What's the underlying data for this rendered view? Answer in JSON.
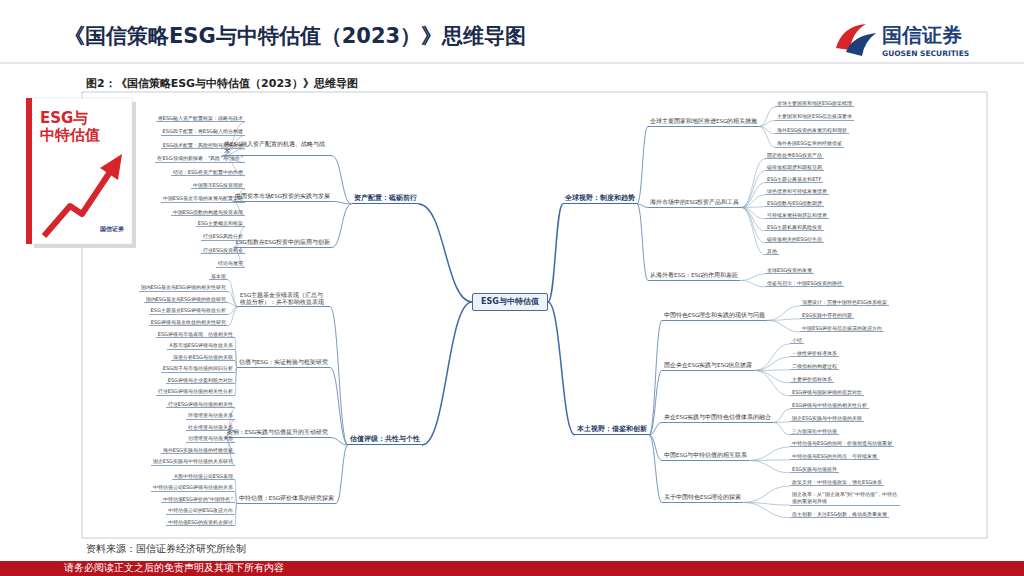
{
  "diagram": {
    "title": "《国信策略ESG与中特估值（2023）》思维导图",
    "caption": "图2：《国信策略ESG与中特估值（2023）》思维导图",
    "nodes": [
      {
        "text": [
          "ESG与中特估值"
        ]
      },
      {
        "text": [
          "资产配置：砥砺前行"
        ]
      },
      {
        "text": [
          "估值评级：共性与个性"
        ]
      },
      {
        "text": [
          "全球视野：制度和趋势"
        ]
      },
      {
        "text": [
          "本土视野：借鉴和创新"
        ]
      },
      {
        "text": [
          "将ESG融入资产配置的机遇、战略与战术"
        ]
      },
      {
        "text": [
          "中国资本市场ESG投资的实践与发展"
        ]
      },
      {
        "text": [
          "ESG指数在ESG投资中的应用与创新"
        ]
      },
      {
        "text": [
          "ESG主题基金业绩表现（汇总与收益分析）：并不影响收益表现"
        ]
      },
      {
        "text": [
          "估值与ESG：实证检验与框架研究"
        ]
      },
      {
        "text": [
          "案例：ESG实践与估值提升的互动研究"
        ]
      },
      {
        "text": [
          "中特估值：ESG评价体系的研究探索"
        ]
      },
      {
        "text": [
          "全球主要国家和地区推进ESG的相关措施"
        ]
      },
      {
        "text": [
          "海外市场中的ESG投资产品和工具"
        ]
      },
      {
        "text": [
          "从海外看ESG：ESG的作用和差距"
        ]
      },
      {
        "text": [
          "中国特色ESG理念和实践的现状与问题"
        ]
      },
      {
        "text": [
          "国企央企ESG实践与ESG信息披露"
        ]
      },
      {
        "text": [
          "央企ESG实践与中国特色估值体系的融合"
        ]
      },
      {
        "text": [
          "中国ESG与中特估值的相互联系"
        ]
      },
      {
        "text": [
          "关于中国特色ESG理论的探索"
        ]
      },
      {
        "text": [
          "将ESG融入资产配置框架：战略与战术"
        ]
      },
      {
        "text": [
          "ESG因子配置：将ESG融入组合构建"
        ]
      },
      {
        "text": [
          "ESG战术配置：风险控制与超额收益"
        ]
      },
      {
        "text": [
          "在ESG领域的新探索：“风险”与“溢价”"
        ]
      },
      {
        "text": [
          "结论：ESG在资产配置中的作用"
        ]
      },
      {
        "text": [
          "中国股市ESG投资现状"
        ]
      },
      {
        "text": [
          "中国ESG基金市场的发展与配置策略"
        ]
      },
      {
        "text": [
          "中国ESG指数的构建与投资表现"
        ]
      },
      {
        "text": [
          "ESG主要概念和框架"
        ]
      },
      {
        "text": [
          "行业ESG风险分析"
        ]
      },
      {
        "text": [
          "行业ESG投资机会"
        ]
      },
      {
        "text": [
          "结论与展望"
        ]
      },
      {
        "text": [
          "基本面"
        ]
      },
      {
        "text": [
          "国内ESG基金与ESG评级的相关性研究"
        ]
      },
      {
        "text": [
          "国内ESG基金与ESG评级的收益研究"
        ]
      },
      {
        "text": [
          "ESG主题基金ESG评级与收益分析"
        ]
      },
      {
        "text": [
          "ESG评级与基金收益的相关性研究"
        ]
      },
      {
        "text": [
          "ESG评级与市场表现、估值相关性"
        ]
      },
      {
        "text": [
          "A股市场ESG评级与收益关系"
        ]
      },
      {
        "text": [
          "深度分析ESG与估值的关联"
        ]
      },
      {
        "text": [
          "ESG因子与市场估值的回归分析"
        ]
      },
      {
        "text": [
          "ESG评级与企业盈利能力对比"
        ]
      },
      {
        "text": [
          "行业ESG评级与估值的相关性分析"
        ]
      },
      {
        "text": [
          "行业ESG评级与估值的相关性"
        ]
      },
      {
        "text": [
          "环境维度与估值关系"
        ]
      },
      {
        "text": [
          "社会维度与估值关系"
        ]
      },
      {
        "text": [
          "治理维度与估值关系"
        ]
      },
      {
        "text": [
          "海外ESG实践与估值的经验借鉴"
        ]
      },
      {
        "text": [
          "国企ESG实践与中特估值的关系研究"
        ]
      },
      {
        "text": [
          "A股中特估值公司ESG表现"
        ]
      },
      {
        "text": [
          "中特估值公司ESG评级与估值的关系"
        ]
      },
      {
        "text": [
          "中特估值ESG评价的“中国特色”"
        ]
      },
      {
        "text": [
          "中特估值公司的ESG改进方向"
        ]
      },
      {
        "text": [
          "中特估值ESG的投资机会探讨"
        ]
      },
      {
        "text": [
          "全球主要国家和地区ESG政策梳理"
        ]
      },
      {
        "text": [
          "主要国家和地区ESG信息披露要求"
        ]
      },
      {
        "text": [
          "海外ESG投资的发展历程和现状"
        ]
      },
      {
        "text": [
          "海外各国ESG监管的经验借鉴"
        ]
      },
      {
        "text": [
          "固定收益类ESG投资产品"
        ]
      },
      {
        "text": [
          "碳排放权期货和期权交易"
        ]
      },
      {
        "text": [
          "ESG主题公募基金和ETF"
        ]
      },
      {
        "text": [
          "绿色债券和可持续发展债券"
        ]
      },
      {
        "text": [
          "ESG指数与ESG指数期货"
        ]
      },
      {
        "text": [
          "可持续发展挂钩贷款和债券"
        ]
      },
      {
        "text": [
          "ESG主题私募和风险投资"
        ]
      },
      {
        "text": [
          "碳排放相关的ESG衍生品"
        ]
      },
      {
        "text": [
          "其他"
        ]
      },
      {
        "text": [
          "全球ESG投资的发展"
        ]
      },
      {
        "text": [
          "借鉴与启示：中国ESG投资的路径"
        ]
      },
      {
        "text": [
          "顶层设计：完善中国特色ESG体系框架"
        ]
      },
      {
        "text": [
          "ESG实践中存在的问题"
        ]
      },
      {
        "text": [
          "中国ESG评价与信息披露的改进方向"
        ]
      },
      {
        "text": [
          "小结"
        ]
      },
      {
        "text": [
          "一致性评价标准体系"
        ]
      },
      {
        "text": [
          "二级指标的构建过程"
        ]
      },
      {
        "text": [
          "主要评价指标体系"
        ]
      },
      {
        "text": [
          "ESG评级与国际评级的差异对比"
        ]
      },
      {
        "text": [
          "ESG评级与中特估值的相关性分析"
        ]
      },
      {
        "text": [
          "国企ESG实践与中特估值的关联"
        ]
      },
      {
        "text": [
          "三方面深化中特估值"
        ]
      },
      {
        "text": [
          "中特估值与ESG的协同：价值创造与估值重塑"
        ]
      },
      {
        "text": [
          "中特估值与ESG的共同点：可持续发展"
        ]
      },
      {
        "text": [
          "ESG实践与估值提升"
        ]
      },
      {
        "text": [
          "政策支持：中特估值政策，强化ESG体系"
        ]
      },
      {
        "text": [
          "国企改革：从“国企改革”到“中特估值”，中特估值的重塑与升级"
        ]
      },
      {
        "text": [
          "自主创新：关注ESG创新，推动高质量发展"
        ]
      }
    ],
    "edges": [
      {
        "from": 0,
        "to": 1,
        "arrow": "none"
      },
      {
        "from": 0,
        "to": 2,
        "arrow": "none"
      },
      {
        "from": 0,
        "to": 3,
        "arrow": "none"
      },
      {
        "from": 0,
        "to": 4,
        "arrow": "none"
      },
      {
        "from": 1,
        "to": 5,
        "arrow": "none"
      },
      {
        "from": 1,
        "to": 6,
        "arrow": "none"
      },
      {
        "from": 1,
        "to": 7,
        "arrow": "none"
      },
      {
        "from": 2,
        "to": 8,
        "arrow": "none"
      },
      {
        "from": 2,
        "to": 9,
        "arrow": "none"
      },
      {
        "from": 2,
        "to": 10,
        "arrow": "none"
      },
      {
        "from": 2,
        "to": 11,
        "arrow": "none"
      },
      {
        "from": 3,
        "to": 12,
        "arrow": "none"
      },
      {
        "from": 3,
        "to": 13,
        "arrow": "none"
      },
      {
        "from": 3,
        "to": 14,
        "arrow": "none"
      },
      {
        "from": 4,
        "to": 15,
        "arrow": "none"
      },
      {
        "from": 4,
        "to": 16,
        "arrow": "none"
      },
      {
        "from": 4,
        "to": 17,
        "arrow": "none"
      },
      {
        "from": 4,
        "to": 18,
        "arrow": "none"
      },
      {
        "from": 4,
        "to": 19,
        "arrow": "none"
      },
      {
        "from": 5,
        "to": 20,
        "arrow": "none"
      },
      {
        "from": 5,
        "to": 21,
        "arrow": "none"
      },
      {
        "from": 5,
        "to": 22,
        "arrow": "none"
      },
      {
        "from": 5,
        "to": 23,
        "arrow": "none"
      },
      {
        "from": 5,
        "to": 24,
        "arrow": "none"
      },
      {
        "from": 6,
        "to": 25,
        "arrow": "none"
      },
      {
        "from": 6,
        "to": 26,
        "arrow": "none"
      },
      {
        "from": 6,
        "to": 27,
        "arrow": "none"
      },
      {
        "from": 7,
        "to": 28,
        "arrow": "none"
      },
      {
        "from": 7,
        "to": 29,
        "arrow": "none"
      },
      {
        "from": 7,
        "to": 30,
        "arrow": "none"
      },
      {
        "from": 7,
        "to": 31,
        "arrow": "none"
      },
      {
        "from": 8,
        "to": 32,
        "arrow": "none"
      },
      {
        "from": 8,
        "to": 33,
        "arrow": "none"
      },
      {
        "from": 8,
        "to": 34,
        "arrow": "none"
      },
      {
        "from": 8,
        "to": 35,
        "arrow": "none"
      },
      {
        "from": 8,
        "to": 36,
        "arrow": "none"
      },
      {
        "from": 9,
        "to": 37,
        "arrow": "none"
      },
      {
        "from": 9,
        "to": 38,
        "arrow": "none"
      },
      {
        "from": 9,
        "to": 39,
        "arrow": "none"
      },
      {
        "from": 9,
        "to": 40,
        "arrow": "none"
      },
      {
        "from": 9,
        "to": 41,
        "arrow": "none"
      },
      {
        "from": 9,
        "to": 42,
        "arrow": "none"
      },
      {
        "from": 10,
        "to": 43,
        "arrow": "none"
      },
      {
        "from": 10,
        "to": 44,
        "arrow": "none"
      },
      {
        "from": 10,
        "to": 45,
        "arrow": "none"
      },
      {
        "from": 10,
        "to": 46,
        "arrow": "none"
      },
      {
        "from": 10,
        "to": 47,
        "arrow": "none"
      },
      {
        "from": 10,
        "to": 48,
        "arrow": "none"
      },
      {
        "from": 11,
        "to": 49,
        "arrow": "none"
      },
      {
        "from": 11,
        "to": 50,
        "arrow": "none"
      },
      {
        "from": 11,
        "to": 51,
        "arrow": "none"
      },
      {
        "from": 11,
        "to": 52,
        "arrow": "none"
      },
      {
        "from": 11,
        "to": 53,
        "arrow": "none"
      },
      {
        "from": 12,
        "to": 54,
        "arrow": "none"
      },
      {
        "from": 12,
        "to": 55,
        "arrow": "none"
      },
      {
        "from": 12,
        "to": 56,
        "arrow": "none"
      },
      {
        "from": 12,
        "to": 57,
        "arrow": "none"
      },
      {
        "from": 13,
        "to": 58,
        "arrow": "none"
      },
      {
        "from": 13,
        "to": 59,
        "arrow": "none"
      },
      {
        "from": 13,
        "to": 60,
        "arrow": "none"
      },
      {
        "from": 13,
        "to": 61,
        "arrow": "none"
      },
      {
        "from": 13,
        "to": 62,
        "arrow": "none"
      },
      {
        "from": 13,
        "to": 63,
        "arrow": "none"
      },
      {
        "from": 13,
        "to": 64,
        "arrow": "none"
      },
      {
        "from": 13,
        "to": 65,
        "arrow": "none"
      },
      {
        "from": 13,
        "to": 66,
        "arrow": "none"
      },
      {
        "from": 14,
        "to": 67,
        "arrow": "none"
      },
      {
        "from": 14,
        "to": 68,
        "arrow": "none"
      },
      {
        "from": 15,
        "to": 69,
        "arrow": "none"
      },
      {
        "from": 15,
        "to": 70,
        "arrow": "none"
      },
      {
        "from": 15,
        "to": 71,
        "arrow": "none"
      },
      {
        "from": 16,
        "to": 72,
        "arrow": "none"
      },
      {
        "from": 16,
        "to": 73,
        "arrow": "none"
      },
      {
        "from": 16,
        "to": 74,
        "arrow": "none"
      },
      {
        "from": 16,
        "to": 75,
        "arrow": "none"
      },
      {
        "from": 16,
        "to": 76,
        "arrow": "none"
      },
      {
        "from": 17,
        "to": 77,
        "arrow": "none"
      },
      {
        "from": 17,
        "to": 78,
        "arrow": "none"
      },
      {
        "from": 17,
        "to": 79,
        "arrow": "none"
      },
      {
        "from": 18,
        "to": 80,
        "arrow": "none"
      },
      {
        "from": 18,
        "to": 81,
        "arrow": "none"
      },
      {
        "from": 18,
        "to": 82,
        "arrow": "none"
      },
      {
        "from": 19,
        "to": 83,
        "arrow": "none"
      },
      {
        "from": 19,
        "to": 84,
        "arrow": "none"
      },
      {
        "from": 19,
        "to": 85,
        "arrow": "none"
      }
    ],
    "labels": [
      "国信证券",
      "GUOSEN SECURITIES",
      "资料来源：国信证券经济研究所绘制",
      "请务必阅读正文之后的免责声明及其项下所有内容",
      "ESG与中特估值",
      "国信证券"
    ]
  }
}
